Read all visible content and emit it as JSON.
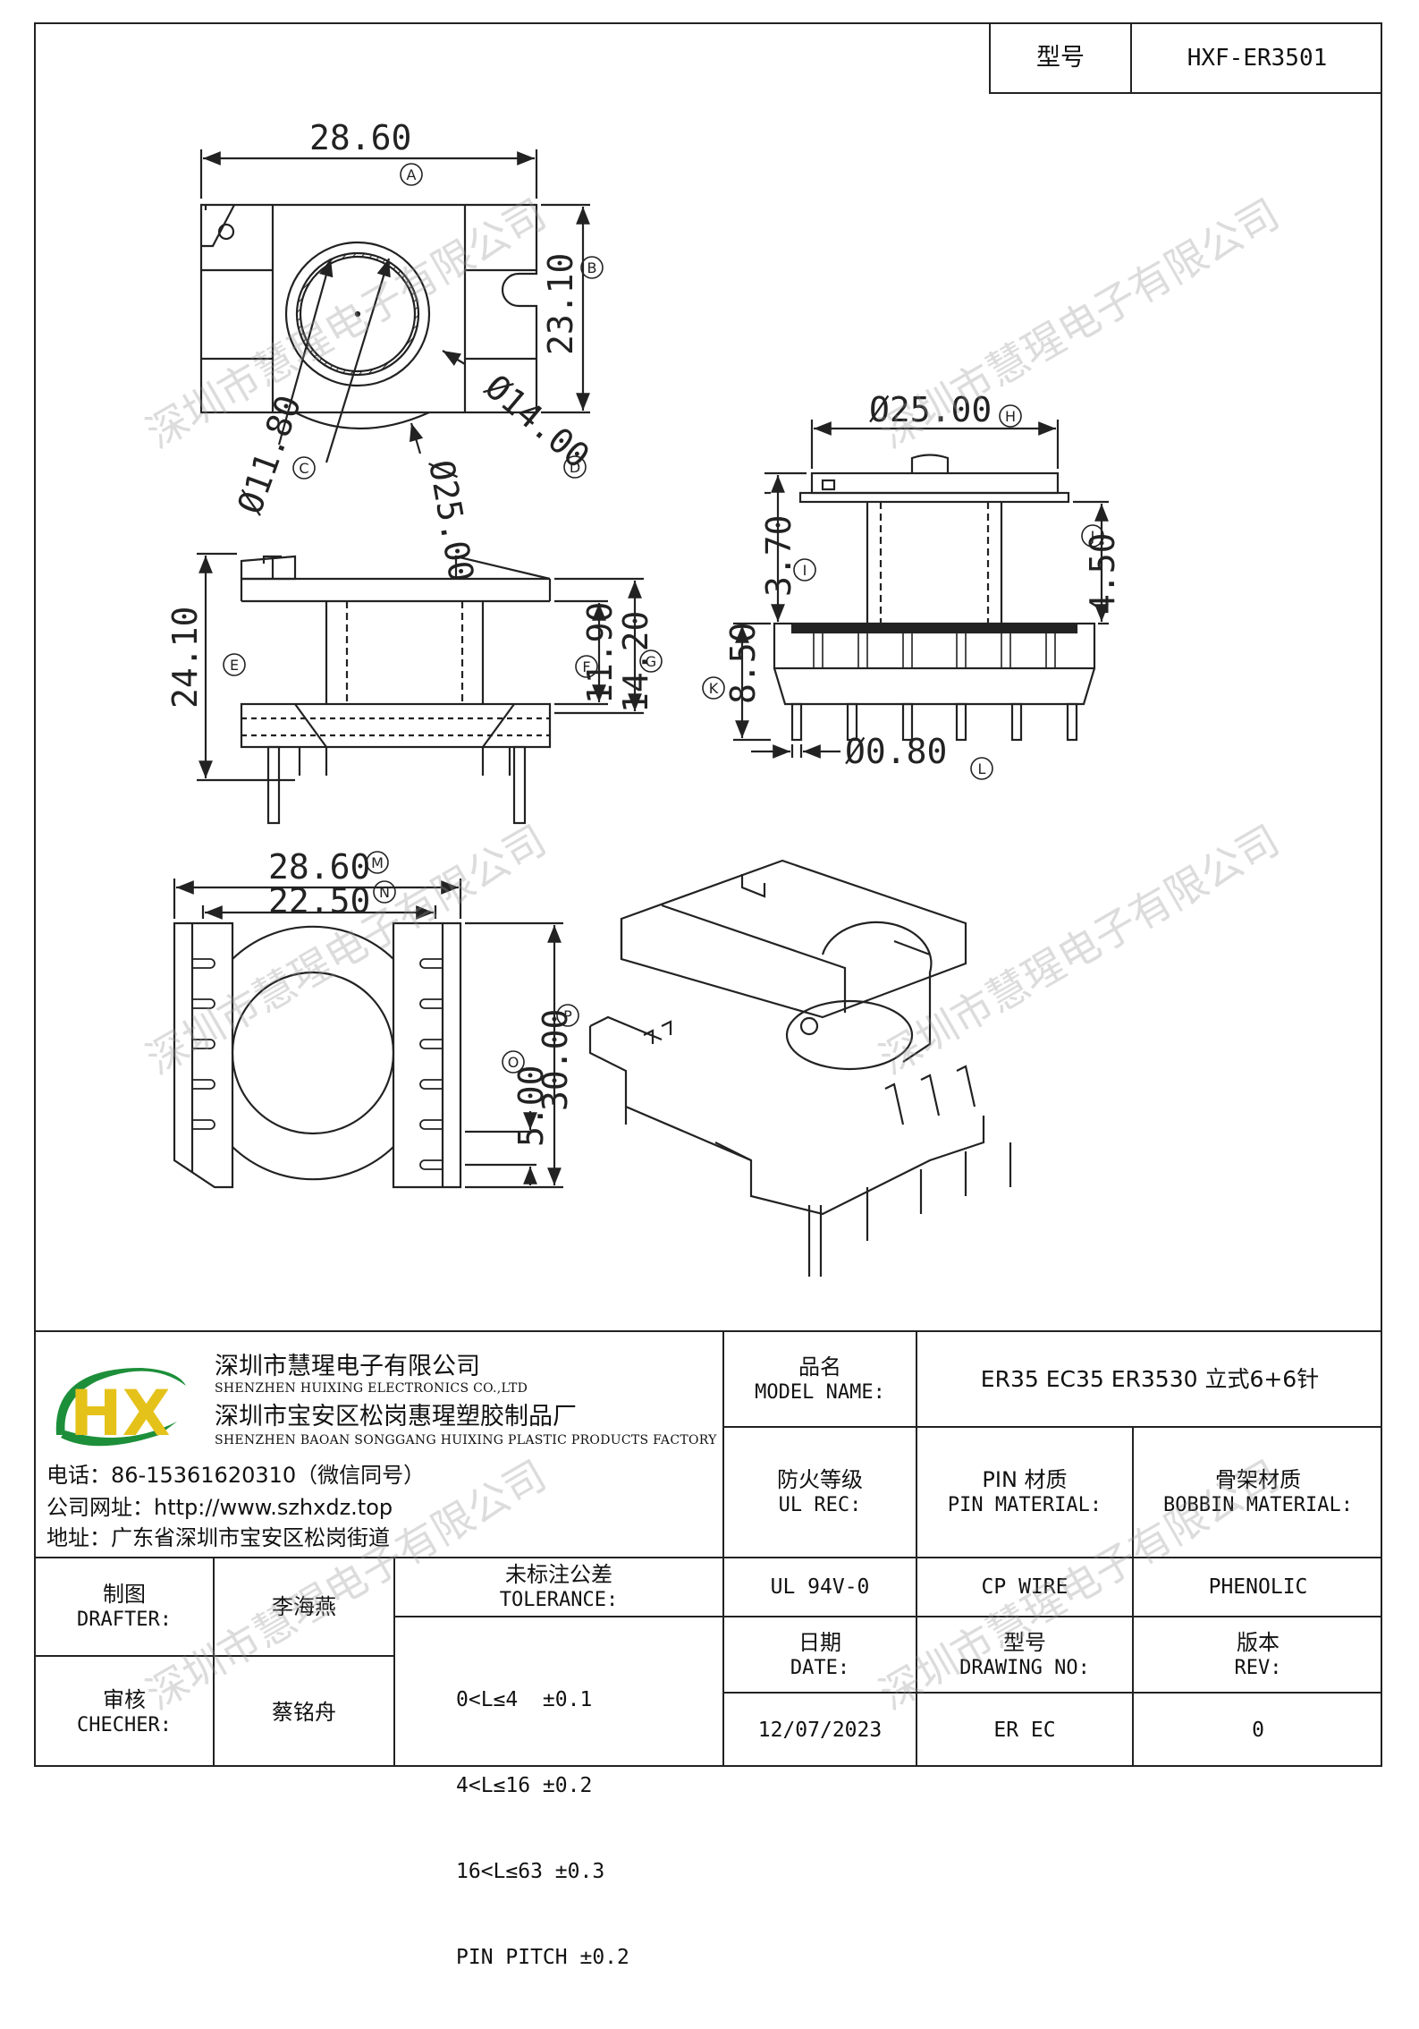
{
  "header": {
    "model_label": "型号",
    "model_value": "HXF-ER3501"
  },
  "dims": {
    "a": "28.60",
    "a_tag": "A",
    "b": "23.10",
    "b_tag": "B",
    "c": "Ø11.80",
    "c_tag": "C",
    "d": "Ø14.00",
    "d_tag": "D",
    "phi25_top": "Ø25.00",
    "e": "24.10",
    "e_tag": "E",
    "f": "11.90",
    "f_tag": "F",
    "g": "14.20",
    "g_tag": "G",
    "h": "Ø25.00",
    "h_tag": "H",
    "i": "3.70",
    "i_tag": "I",
    "j": "4.50",
    "j_tag": "J",
    "k": "8.50",
    "k_tag": "K",
    "l": "Ø0.80",
    "l_tag": "L",
    "m": "28.60",
    "m_tag": "M",
    "n": "22.50",
    "n_tag": "N",
    "o": "5.00",
    "o_tag": "O",
    "p": "30.00",
    "p_tag": "P"
  },
  "watermark": "深圳市慧瑆电子有限公司",
  "company": {
    "logo_text": "HX",
    "name_cn": "深圳市慧瑆电子有限公司",
    "name_en": "SHENZHEN HUIXING ELECTRONICS CO.,LTD",
    "factory_cn": "深圳市宝安区松岗惠瑆塑胶制品厂",
    "factory_en": "SHENZHEN BAOAN SONGGANG HUIXING PLASTIC PRODUCTS FACTORY",
    "phone": "电话：86-15361620310（微信同号）",
    "website": "公司网址：http://www.szhxdz.top",
    "address": "地址：广东省深圳市宝安区松岗街道"
  },
  "title_block": {
    "model_name_cn": "品名",
    "model_name_en": "MODEL NAME:",
    "model_name_value": "ER35 EC35 ER3530 立式6+6针",
    "ul_cn": "防火等级",
    "ul_en": "UL REC:",
    "pin_cn": "PIN 材质",
    "pin_en": "PIN MATERIAL:",
    "bobbin_cn": "骨架材质",
    "bobbin_en": "BOBBIN MATERIAL:",
    "ul_value": "UL 94V-0",
    "pin_value": "CP WIRE",
    "bobbin_value": "PHENOLIC",
    "drafter_cn": "制图",
    "drafter_en": "DRAFTER:",
    "drafter_value": "李海燕",
    "checker_cn": "审核",
    "checker_en": "CHECHER:",
    "checker_value": "蔡铭舟",
    "tolerance_cn": "未标注公差",
    "tolerance_en": "TOLERANCE:",
    "tolerances": [
      "0<L≤4  ±0.1",
      "4<L≤16 ±0.2",
      "16<L≤63 ±0.3",
      "PIN PITCH ±0.2"
    ],
    "date_cn": "日期",
    "date_en": "DATE:",
    "date_value": "12/07/2023",
    "drawing_cn": "型号",
    "drawing_en": "DRAWING NO:",
    "drawing_value": "ER EC",
    "rev_cn": "版本",
    "rev_en": "REV:",
    "rev_value": "0"
  }
}
